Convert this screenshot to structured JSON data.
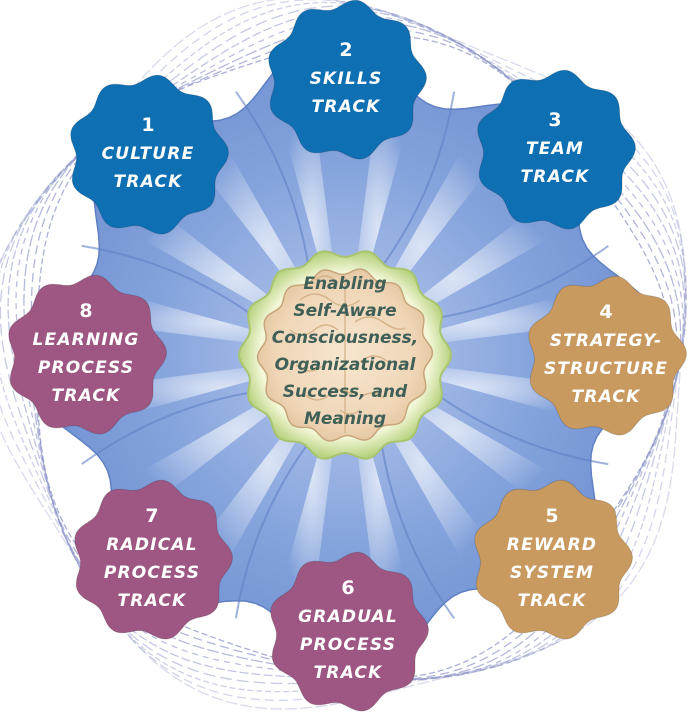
{
  "diagram": {
    "center": {
      "lines": [
        "Enabling",
        "Self-Aware",
        "Consciousness,",
        "Organizational",
        "Success, and",
        "Meaning"
      ]
    },
    "tracks": [
      {
        "number": "1",
        "lines": [
          "CULTURE",
          "TRACK"
        ],
        "color": "#0f6fb3"
      },
      {
        "number": "2",
        "lines": [
          "SKILLS",
          "TRACK"
        ],
        "color": "#0f6fb3"
      },
      {
        "number": "3",
        "lines": [
          "TEAM",
          "TRACK"
        ],
        "color": "#0f6fb3"
      },
      {
        "number": "4",
        "lines": [
          "STRATEGY-",
          "STRUCTURE",
          "TRACK"
        ],
        "color": "#c89a5f"
      },
      {
        "number": "5",
        "lines": [
          "REWARD",
          "SYSTEM",
          "TRACK"
        ],
        "color": "#c89a5f"
      },
      {
        "number": "6",
        "lines": [
          "GRADUAL",
          "PROCESS",
          "TRACK"
        ],
        "color": "#9e5782"
      },
      {
        "number": "7",
        "lines": [
          "RADICAL",
          "PROCESS",
          "TRACK"
        ],
        "color": "#9e5782"
      },
      {
        "number": "8",
        "lines": [
          "LEARNING",
          "PROCESS",
          "TRACK"
        ],
        "color": "#9e5782"
      }
    ],
    "colors": {
      "petal": "#7b9bd6",
      "petal_dark": "#5f80c4",
      "ray": "#ffffff",
      "brain_fill": "#f2dcc0",
      "brain_ring": "#c7dd9a",
      "center_text": "#3f5f57",
      "swirl": "#8e95c8"
    }
  }
}
